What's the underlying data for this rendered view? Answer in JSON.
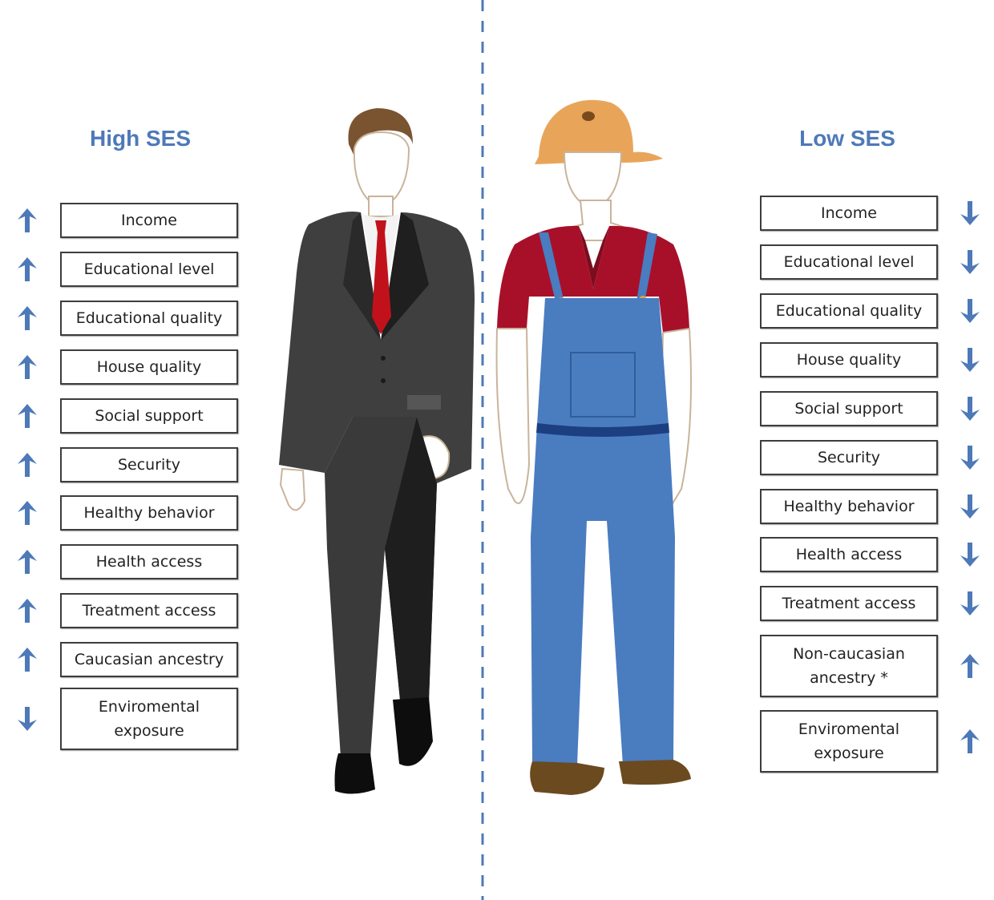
{
  "high": {
    "title": "High SES",
    "items": [
      {
        "label": "Income",
        "direction": "up"
      },
      {
        "label": "Educational level",
        "direction": "up"
      },
      {
        "label": "Educational quality",
        "direction": "up"
      },
      {
        "label": "House quality",
        "direction": "up"
      },
      {
        "label": "Social support",
        "direction": "up"
      },
      {
        "label": "Security",
        "direction": "up"
      },
      {
        "label": "Healthy behavior",
        "direction": "up"
      },
      {
        "label": "Health access",
        "direction": "up"
      },
      {
        "label": "Treatment access",
        "direction": "up"
      },
      {
        "label": "Caucasian ancestry",
        "direction": "up"
      },
      {
        "label": "Enviromental exposure",
        "direction": "down"
      }
    ]
  },
  "low": {
    "title": "Low SES",
    "items": [
      {
        "label": "Income",
        "direction": "down"
      },
      {
        "label": "Educational level",
        "direction": "down"
      },
      {
        "label": "Educational quality",
        "direction": "down"
      },
      {
        "label": "House quality",
        "direction": "down"
      },
      {
        "label": "Social support",
        "direction": "down"
      },
      {
        "label": "Security",
        "direction": "down"
      },
      {
        "label": "Healthy behavior",
        "direction": "down"
      },
      {
        "label": "Health access",
        "direction": "down"
      },
      {
        "label": "Treatment access",
        "direction": "down"
      },
      {
        "label": "Non-caucasian ancestry *",
        "direction": "up"
      },
      {
        "label": "Enviromental exposure",
        "direction": "up"
      }
    ]
  },
  "colors": {
    "accent": "#4e79b8",
    "box_border": "#3d3d3d",
    "suit": "#3a3a3a",
    "tie": "#c1121c",
    "hat": "#e8a55a",
    "shirt": "#a8102a",
    "overalls": "#4a7cc0"
  },
  "icons": {
    "up": "arrow-up-icon",
    "down": "arrow-down-icon",
    "businessman": "businessman-figure",
    "farmer": "farmer-figure"
  }
}
